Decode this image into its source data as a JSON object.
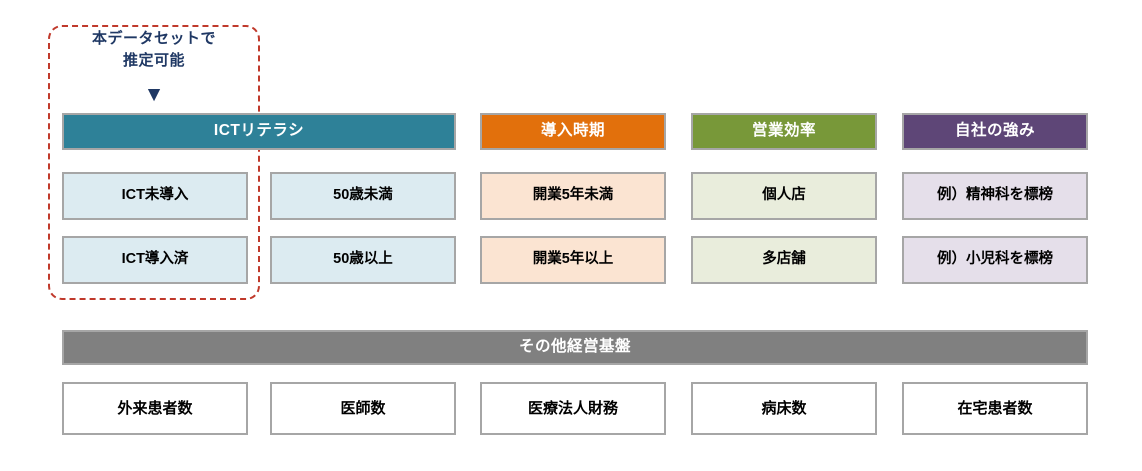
{
  "annotation": {
    "line1": "本データセットで",
    "line2": "推定可能",
    "arrow": "▼",
    "border_color": "#c0392b",
    "text_color": "#1f3864"
  },
  "headers": [
    {
      "label": "ICTリテラシ",
      "color": "#2e8198",
      "span": 2
    },
    {
      "label": "導入時期",
      "color": "#e2700c",
      "span": 1
    },
    {
      "label": "営業効率",
      "color": "#789839",
      "span": 1
    },
    {
      "label": "自社の強み",
      "color": "#5e4677",
      "span": 1
    }
  ],
  "rows": [
    {
      "cells": [
        {
          "label": "ICT未導入",
          "color": "#dcebf1"
        },
        {
          "label": "50歳未満",
          "color": "#dcebf1"
        },
        {
          "label": "開業5年未満",
          "color": "#fbe4d2"
        },
        {
          "label": "個人店",
          "color": "#e9eddc"
        },
        {
          "label": "例）精神科を標榜",
          "color": "#e5dfea"
        }
      ]
    },
    {
      "cells": [
        {
          "label": "ICT導入済",
          "color": "#dcebf1"
        },
        {
          "label": "50歳以上",
          "color": "#dcebf1"
        },
        {
          "label": "開業5年以上",
          "color": "#fbe4d2"
        },
        {
          "label": "多店舗",
          "color": "#e9eddc"
        },
        {
          "label": "例）小児科を標榜",
          "color": "#e5dfea"
        }
      ]
    }
  ],
  "banner": {
    "label": "その他経営基盤",
    "color": "#808080"
  },
  "bottom_row": [
    {
      "label": "外来患者数"
    },
    {
      "label": "医師数"
    },
    {
      "label": "医療法人財務"
    },
    {
      "label": "病床数"
    },
    {
      "label": "在宅患者数"
    }
  ]
}
